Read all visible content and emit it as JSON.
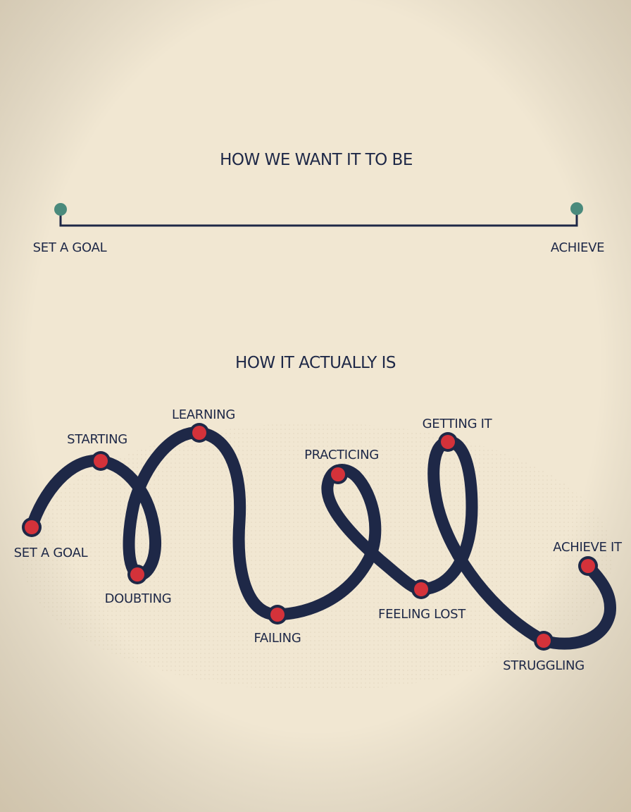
{
  "ideal": {
    "title": "HOW WE WANT IT TO BE",
    "start_label": "SET A GOAL",
    "end_label": "ACHIEVE"
  },
  "actual": {
    "title": "HOW IT ACTUALLY IS",
    "stages": [
      "SET A GOAL",
      "STARTING",
      "DOUBTING",
      "LEARNING",
      "FAILING",
      "PRACTICING",
      "FEELING LOST",
      "GETTING IT",
      "STRUGGLING",
      "ACHIEVE IT"
    ]
  },
  "colors": {
    "background": "#f1e7d2",
    "ink": "#1e2847",
    "ideal_dot": "#4a8a7c",
    "stage_dot": "#d4323a"
  }
}
